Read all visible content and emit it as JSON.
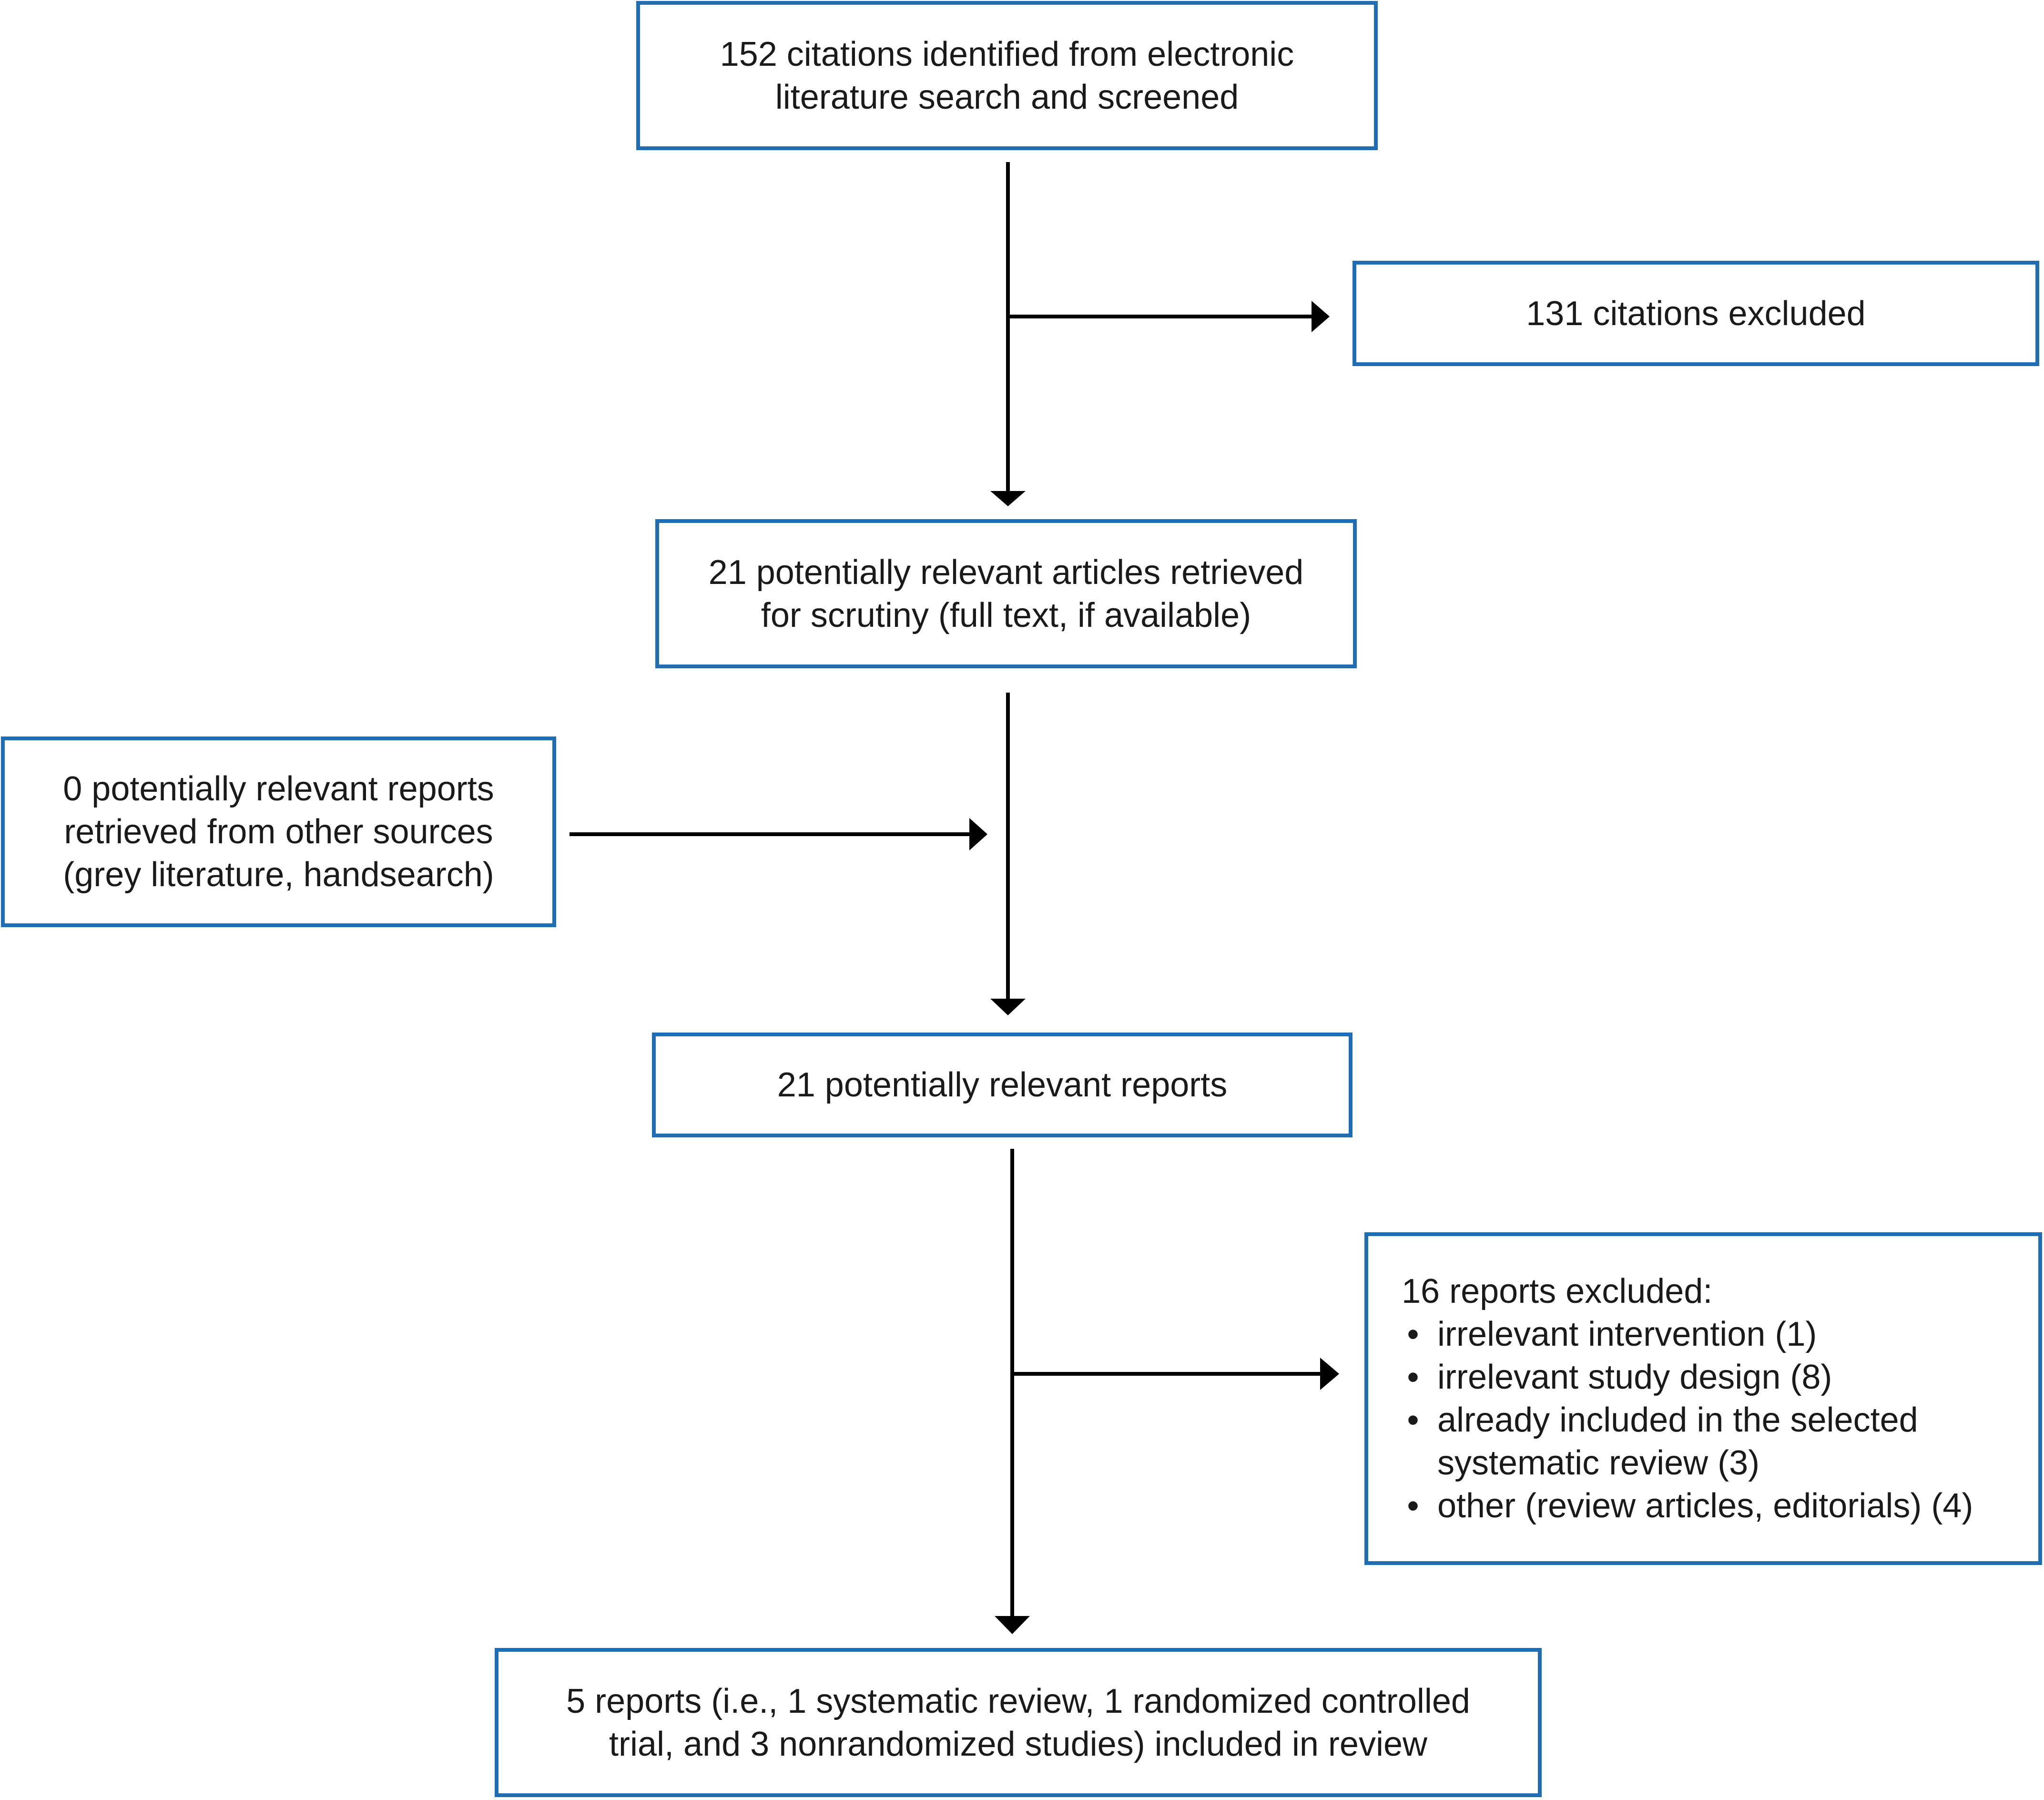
{
  "colors": {
    "box_border": "#1f6db5",
    "arrow": "#000000",
    "text": "#1a1a1a"
  },
  "boxes": {
    "identified": {
      "lines": [
        "152 citations identified from electronic",
        "literature search and screened"
      ]
    },
    "excluded_citations": {
      "lines": [
        "131 citations excluded"
      ]
    },
    "retrieved": {
      "lines": [
        "21 potentially relevant articles retrieved",
        "for scrutiny (full text, if available)"
      ]
    },
    "other_sources": {
      "lines": [
        "0 potentially relevant reports",
        "retrieved from other sources",
        "(grey literature, handsearch)"
      ]
    },
    "relevant_reports": {
      "lines": [
        "21 potentially relevant reports"
      ]
    },
    "excluded_reports": {
      "heading": "16 reports excluded:",
      "bullet": "•",
      "items": [
        {
          "lines": [
            "irrelevant intervention (1)"
          ]
        },
        {
          "lines": [
            "irrelevant study design (8)"
          ]
        },
        {
          "lines": [
            "already included in the selected",
            "systematic review (3)"
          ]
        },
        {
          "lines": [
            "other (review articles, editorials) (4)"
          ]
        }
      ]
    },
    "included": {
      "lines": [
        "5 reports (i.e., 1 systematic review, 1 randomized controlled",
        "trial, and 3 nonrandomized studies) included in review"
      ]
    }
  }
}
